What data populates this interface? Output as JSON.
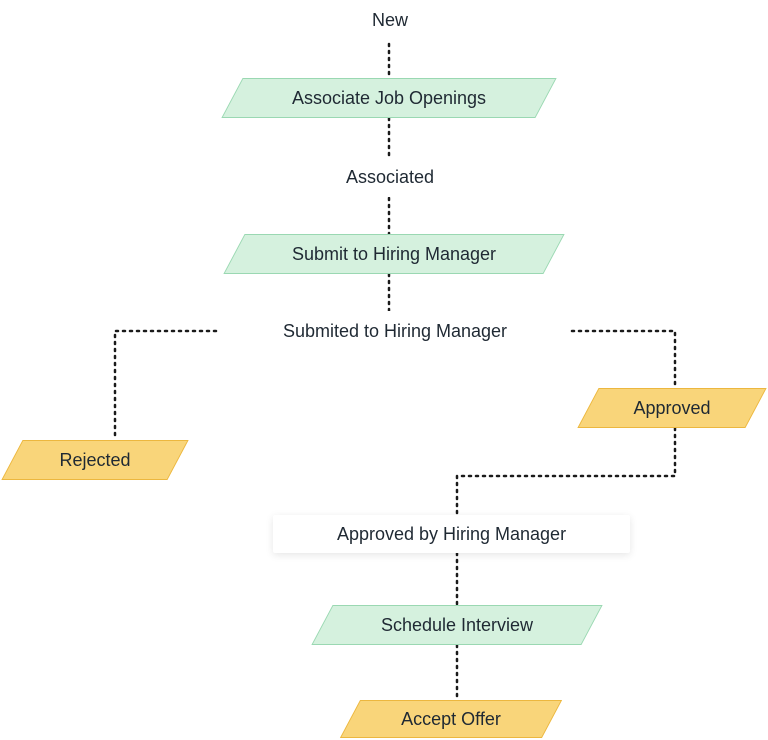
{
  "diagram": {
    "states": {
      "new": "New",
      "associated": "Associated",
      "submitted": "Submited to Hiring Manager",
      "approved_by_hm": "Approved by Hiring Manager"
    },
    "transitions": {
      "associate_job_openings": "Associate Job Openings",
      "submit_to_hiring_manager": "Submit to Hiring Manager",
      "rejected": "Rejected",
      "approved": "Approved",
      "schedule_interview": "Schedule Interview",
      "accept_offer": "Accept Offer"
    },
    "colors": {
      "transition_green": "#d5f1de",
      "transition_green_border": "#9ad8b2",
      "transition_yellow": "#f9d57a",
      "transition_yellow_border": "#ecb73f",
      "connector": "#1a1a1a"
    }
  }
}
